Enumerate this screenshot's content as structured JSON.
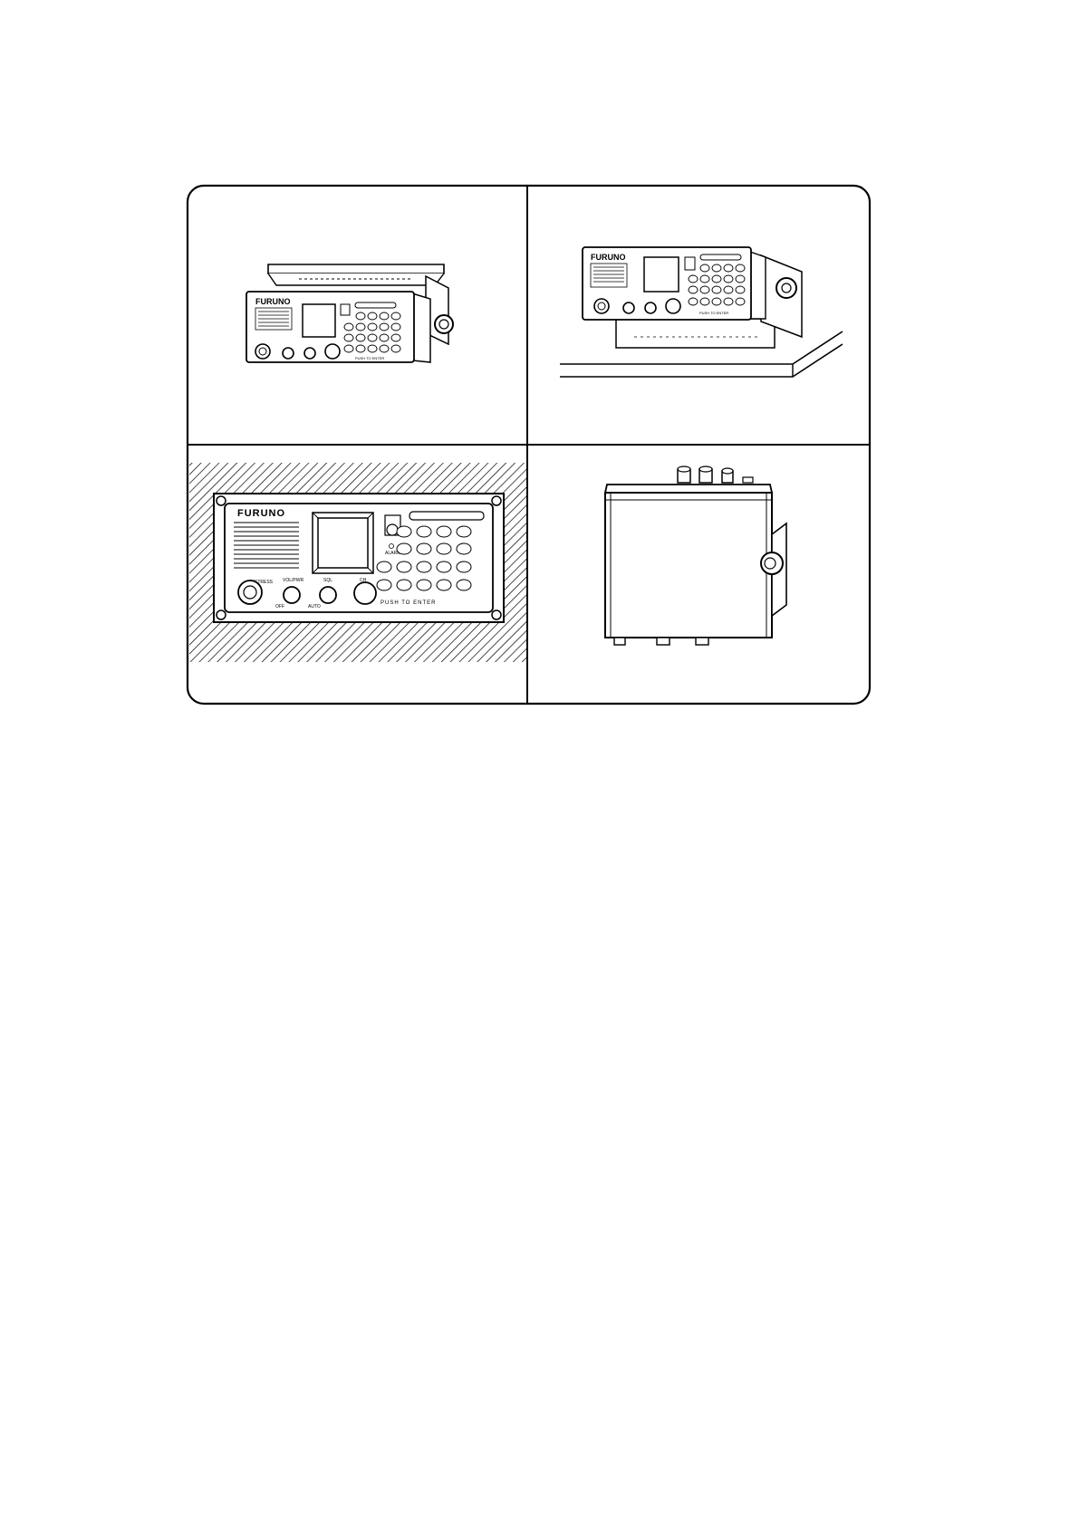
{
  "brand": "FURUNO",
  "panels": [
    {
      "id": "overhead-mount"
    },
    {
      "id": "desktop-mount"
    },
    {
      "id": "flush-mount"
    },
    {
      "id": "bulkhead-mount"
    }
  ],
  "panel_labels": {
    "distress": "DISTRESS",
    "vol_pwr": "VOL/PWR",
    "off": "OFF",
    "sql": "SQL",
    "auto": "AUTO",
    "ch": "CH",
    "push_to_enter": "PUSH TO ENTER",
    "alarm": "ALARM"
  },
  "colors": {
    "line": "#000000",
    "background": "#ffffff"
  }
}
